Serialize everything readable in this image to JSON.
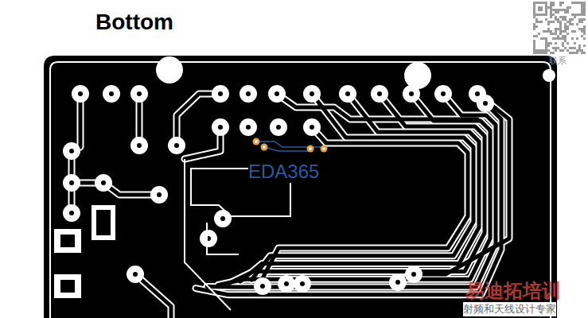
{
  "diagram": {
    "title": "Bottom",
    "labels": [
      "EDA365",
      "联系",
      "易迪拓培训",
      "射频和天线设计专家"
    ]
  }
}
